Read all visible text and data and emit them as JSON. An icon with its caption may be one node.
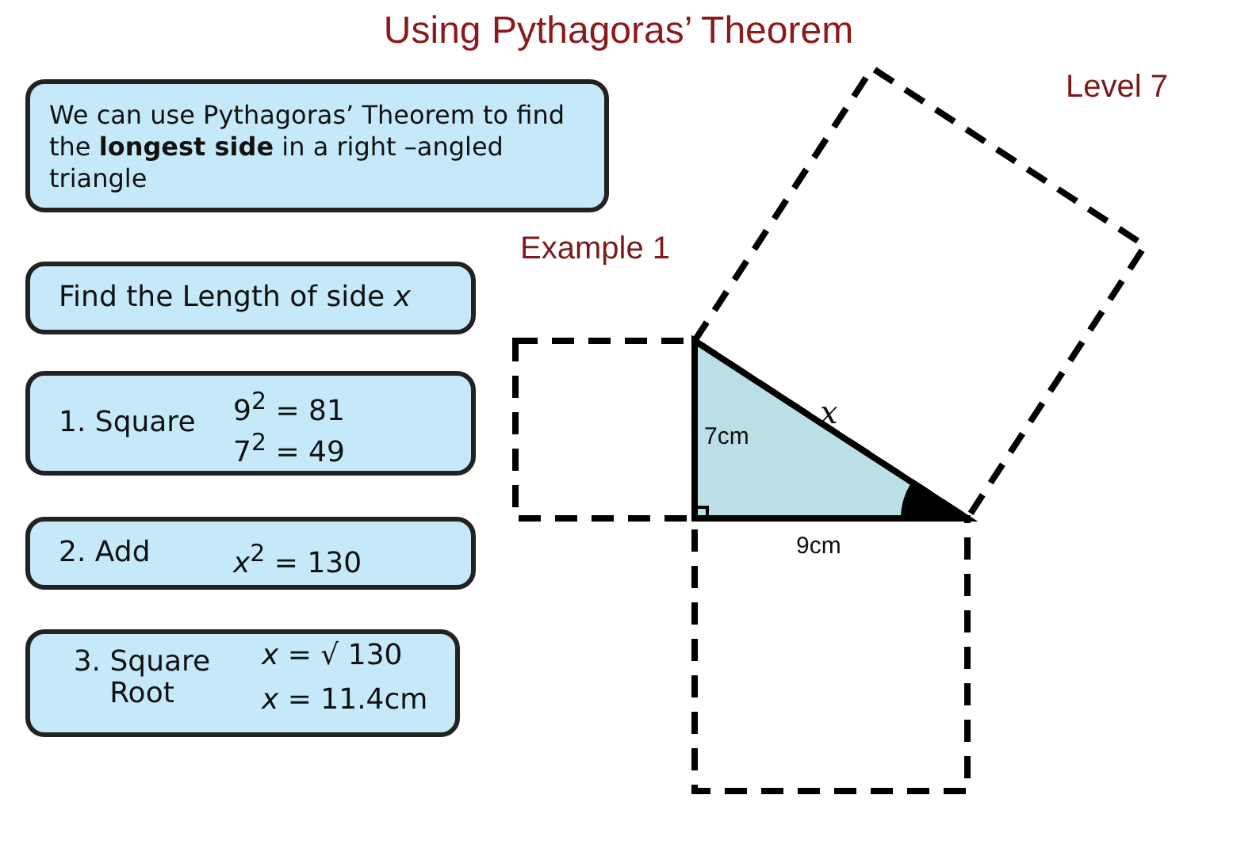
{
  "diagram": {
    "title": "Using Pythagoras’ Theorem",
    "nodes": [
      {
        "text": [
          "We can use Pythagoras’ Theorem to find the **longest side** in  a right –angled triangle"
        ]
      },
      {
        "text": [
          "Find the Length of side *x*"
        ]
      },
      {
        "text": [
          "1.  Square",
          "9$^{2}$ = 81",
          "7$^{2}$ = 49"
        ]
      },
      {
        "text": [
          "2.  Add",
          "*x*$^{2}$  =  130"
        ]
      },
      {
        "text": [
          "3.  Square Root",
          "*x* = √ 130",
          "*x* =  11.4cm"
        ]
      }
    ],
    "labels": [
      "Level 7",
      "Example 1",
      "x",
      "7cm",
      "9cm"
    ]
  }
}
